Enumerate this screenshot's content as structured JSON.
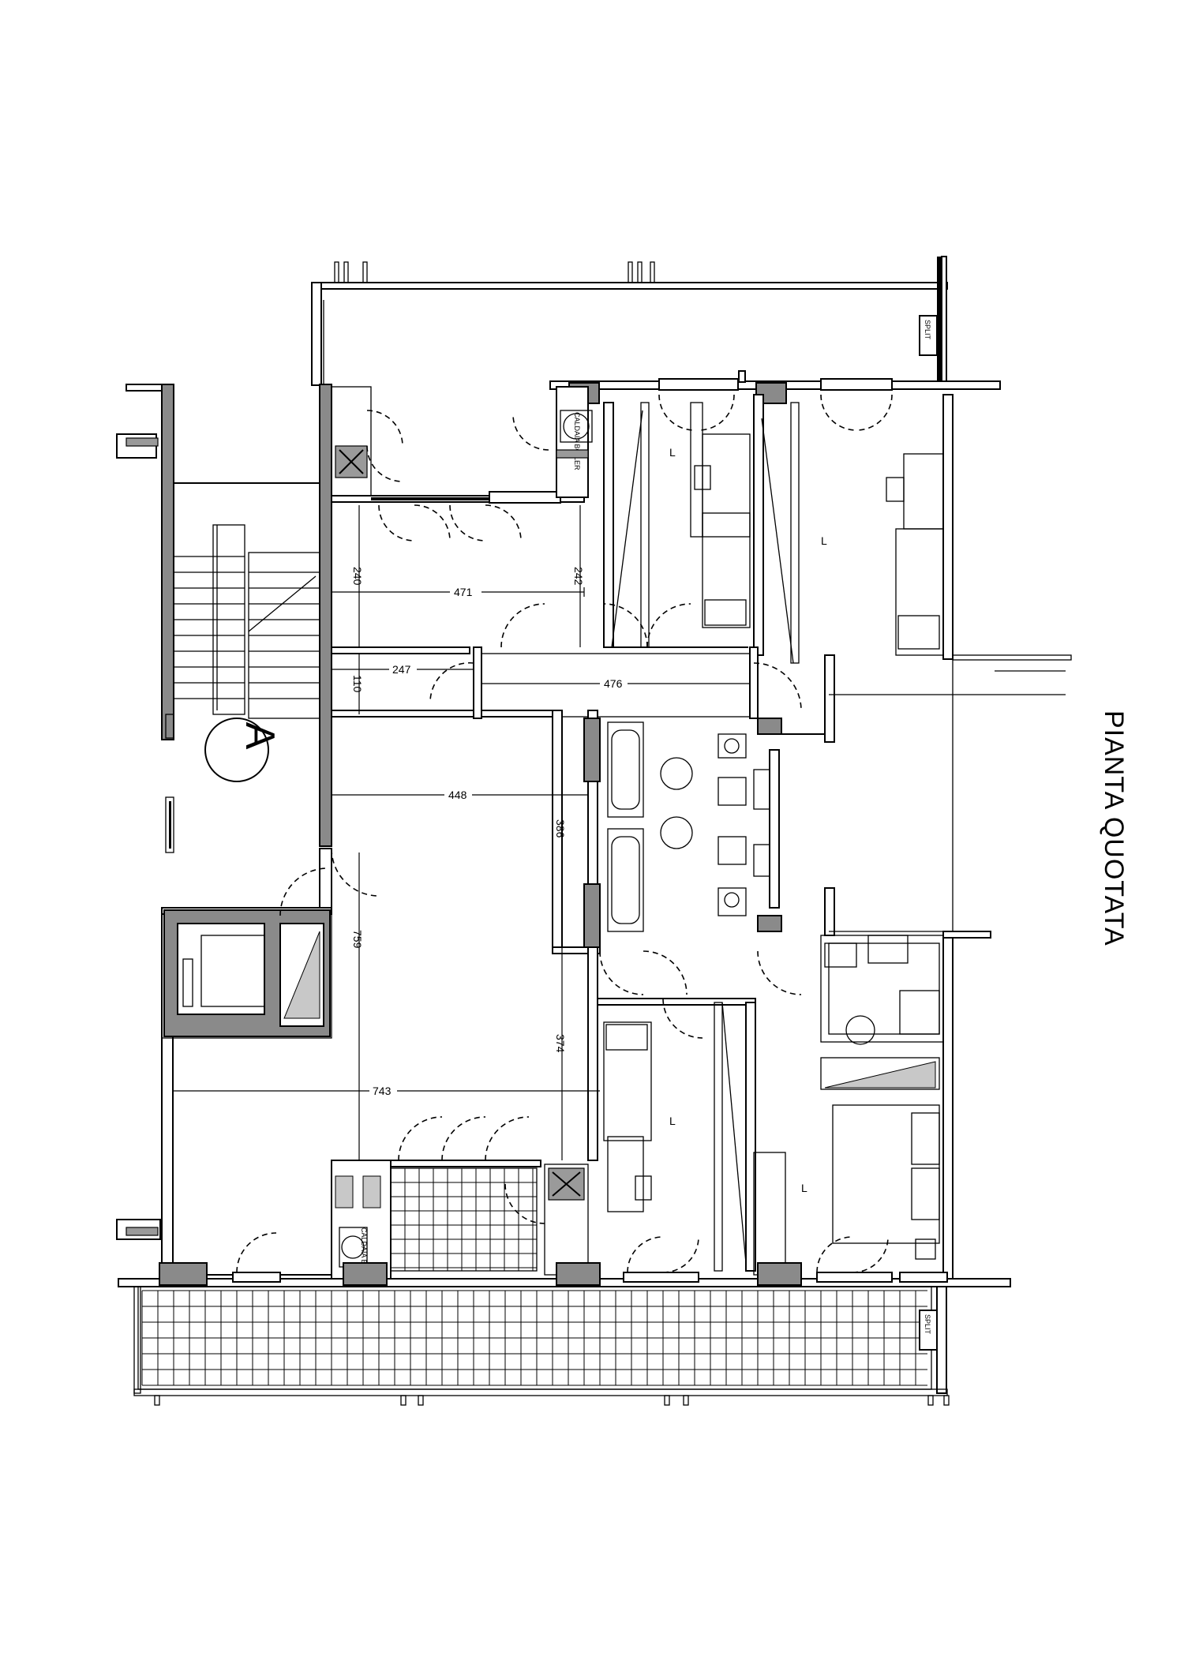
{
  "title": "PIANTA QUOTATA",
  "section_marker": "A",
  "labels": {
    "split_top": "SPLIT",
    "split_bottom": "SPLIT",
    "caldaia_top": "CALDAIA BOILER",
    "caldaia_bottom": "CALDAIA BOILER"
  },
  "dimensions": [
    {
      "id": "d240",
      "text": "240"
    },
    {
      "id": "d471",
      "text": "471"
    },
    {
      "id": "d242",
      "text": "242"
    },
    {
      "id": "d247",
      "text": "247"
    },
    {
      "id": "d476",
      "text": "476"
    },
    {
      "id": "d110",
      "text": "110"
    },
    {
      "id": "d448",
      "text": "448"
    },
    {
      "id": "d386",
      "text": "386"
    },
    {
      "id": "d759",
      "text": "759"
    },
    {
      "id": "d374",
      "text": "374"
    },
    {
      "id": "d743",
      "text": "743"
    }
  ],
  "colors": {
    "line": "#000000",
    "fill_dark": "#8a8a8a",
    "fill_light": "#c8c8c8",
    "background": "#ffffff"
  }
}
